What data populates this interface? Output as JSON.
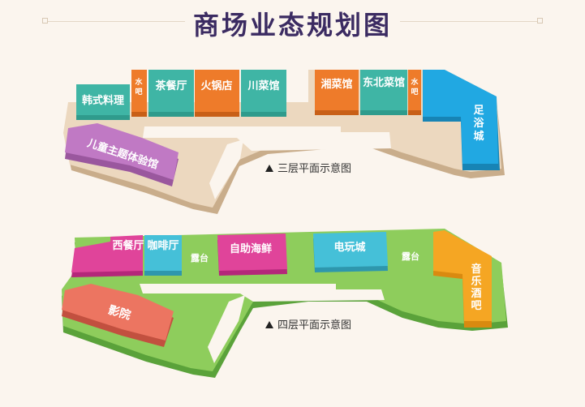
{
  "title": "商场业态规划图",
  "floor3": {
    "caption": "三层平面示意图",
    "shops": {
      "korean": "韩式料理",
      "water_bar_a": "水吧",
      "tea": "茶餐厅",
      "hotpot": "火锅店",
      "sichuan": "川菜馆",
      "hunan": "湘菜馆",
      "northeast": "东北菜馆",
      "water_bar_b": "水吧",
      "foot_bath": "足浴城",
      "kids": "儿童主题体验馆"
    }
  },
  "floor4": {
    "caption": "四层平面示意图",
    "shops": {
      "western": "西餐厅",
      "cafe": "咖啡厅",
      "terrace_a": "露台",
      "buffet": "自助海鲜",
      "arcade": "电玩城",
      "terrace_b": "露台",
      "music_bar": "音乐酒吧",
      "cinema": "影院"
    }
  },
  "colors": {
    "title": "#3b2b62",
    "floor3_base": "#ecd8bf",
    "floor4_base": "#8ecd5c",
    "teal": "#3fb5a5",
    "orange": "#ee7b2a",
    "blue": "#21a8e2",
    "purple": "#c079c4",
    "magenta": "#e0449a",
    "cyan": "#45c0d8",
    "yellow": "#f5a623",
    "salmon": "#ec7561"
  }
}
